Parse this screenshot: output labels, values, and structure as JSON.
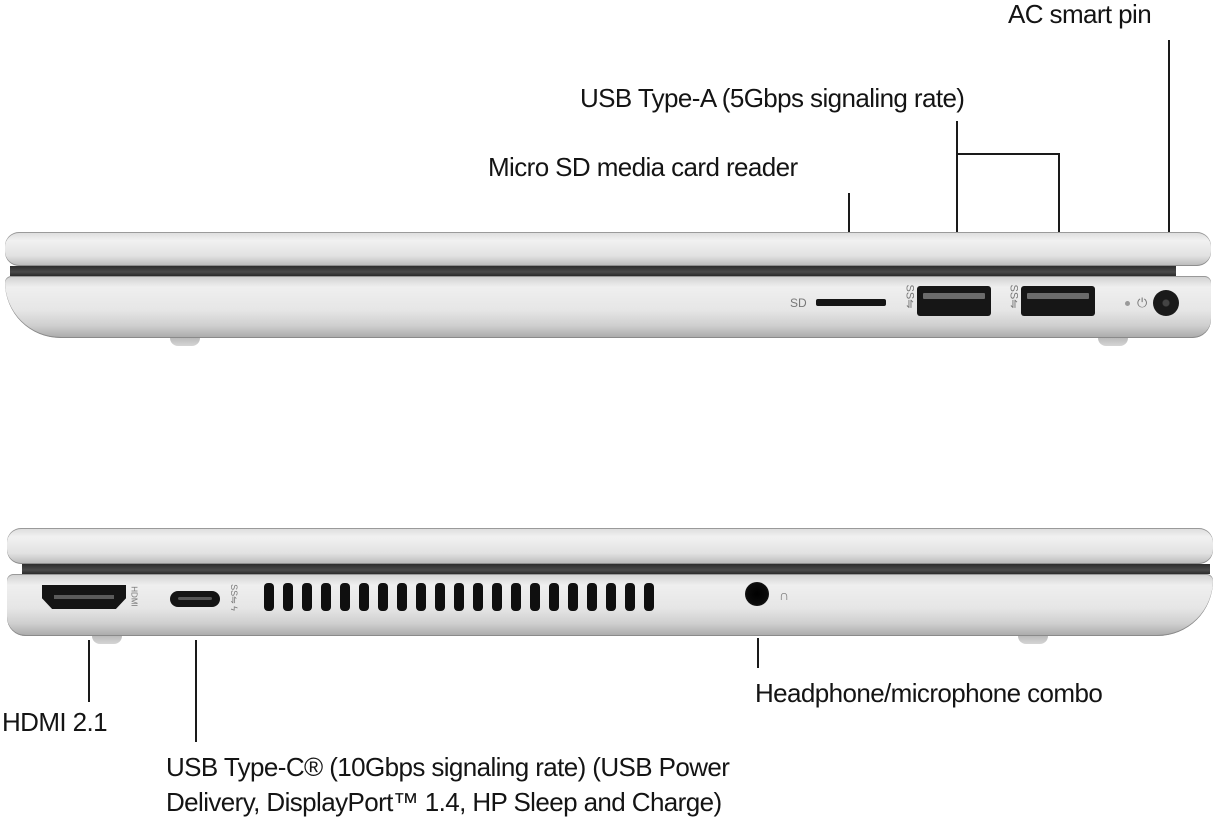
{
  "diagram": {
    "type": "laptop-port-callouts",
    "views": [
      {
        "name": "right-side-view",
        "ports": [
          {
            "id": "ac_pin",
            "label": "AC smart pin"
          },
          {
            "id": "usb_a",
            "label": "USB Type-A (5Gbps signaling rate)",
            "count": 2
          },
          {
            "id": "micro_sd",
            "label": "Micro SD media card reader"
          }
        ],
        "port_glyphs": {
          "sd_text": "SD",
          "usb_ss": "SS⇋",
          "power_glyph": "⏻"
        }
      },
      {
        "name": "left-side-view",
        "ports": [
          {
            "id": "hdmi",
            "label": "HDMI 2.1"
          },
          {
            "id": "usb_c",
            "label_line1": "USB Type-C® (10Gbps signaling rate) (USB Power",
            "label_line2": "Delivery, DisplayPort™ 1.4, HP Sleep and Charge)"
          },
          {
            "id": "audio",
            "label": "Headphone/microphone combo"
          }
        ],
        "vent_slots": 21,
        "port_glyphs": {
          "hdmi_text": "HDMI",
          "usbc_text": "SS⇋ ϟ",
          "headphone": "∩"
        }
      }
    ],
    "colors": {
      "background": "#ffffff",
      "chassis": "#e6e6e6",
      "port": "#151515",
      "text": "#141414"
    }
  }
}
